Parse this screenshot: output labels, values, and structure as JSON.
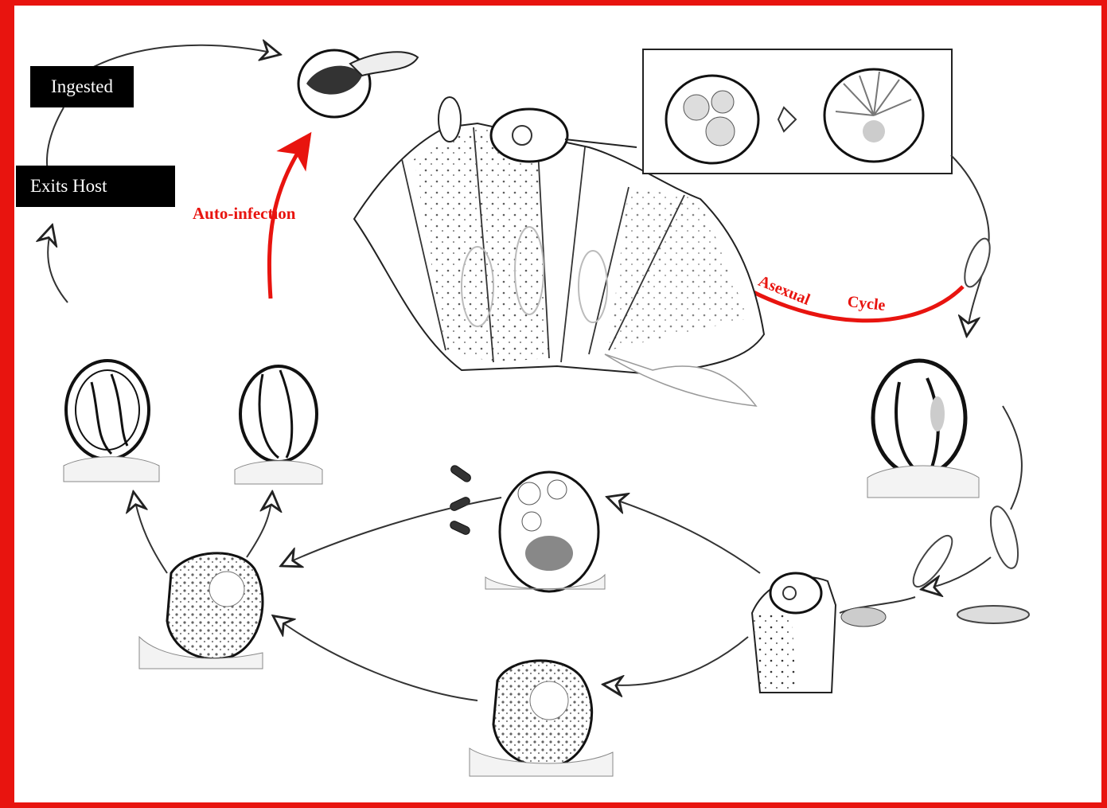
{
  "labels": {
    "ingested": "Ingested",
    "exits_host": "Exits Host",
    "auto_infection": "Auto-infection",
    "asexual": "Asexual",
    "cycle": "Cycle"
  },
  "colors": {
    "frame": "#e8140f",
    "background_edge": "#1c4a6b",
    "label_box": "#000000",
    "accent_arrow": "#e8140f",
    "ink": "#222222"
  }
}
